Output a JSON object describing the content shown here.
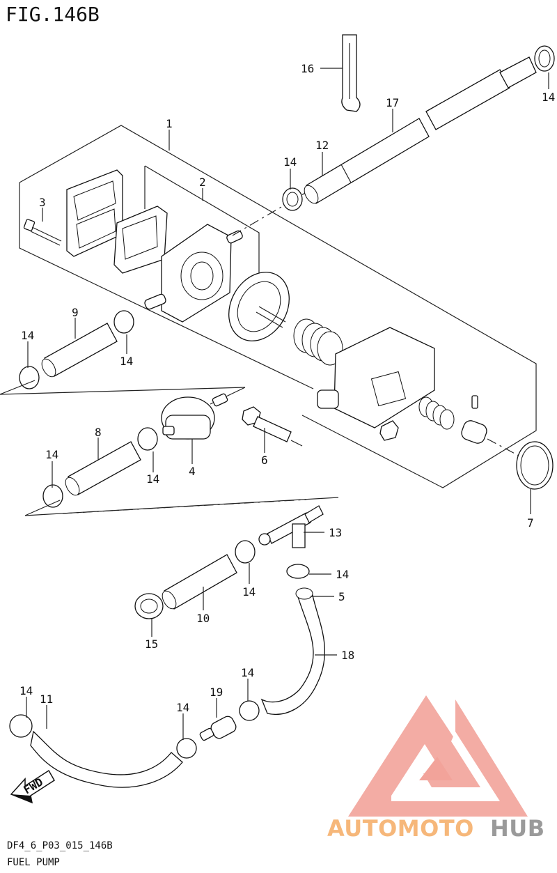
{
  "figure": {
    "title": "FIG.146B",
    "code": "DF4_6_P03_015_146B",
    "name": "FUEL PUMP"
  },
  "callouts": {
    "c1": "1",
    "c2": "2",
    "c3": "3",
    "c4": "4",
    "c5": "5",
    "c6": "6",
    "c7": "7",
    "c8": "8",
    "c9": "9",
    "c10": "10",
    "c11": "11",
    "c12": "12",
    "c13": "13",
    "c14": "14",
    "c15": "15",
    "c16": "16",
    "c17": "17",
    "c18": "18",
    "c19": "19"
  },
  "fwd_label": "FWD",
  "watermark": {
    "part1": "AUTOMOTO",
    "part2": "HUB",
    "color1": "#f6b77a",
    "color2": "#9a9a9a",
    "logo_color": "#f2a39a"
  }
}
